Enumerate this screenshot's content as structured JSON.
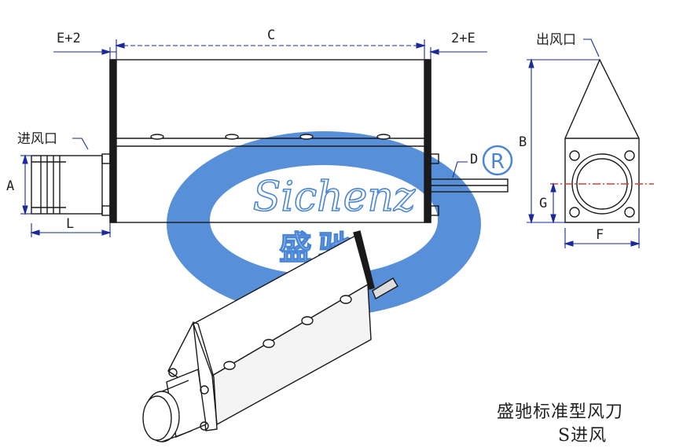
{
  "dimensions": {
    "e_plus_2": "E+2",
    "c": "C",
    "two_plus_e": "2+E",
    "a": "A",
    "l": "L",
    "d": "D",
    "b": "B",
    "g": "G",
    "f": "F"
  },
  "labels": {
    "inlet": "进风口",
    "outlet": "出风口"
  },
  "watermark": {
    "latin": "Sichenz",
    "cjk": "盛驰",
    "registered": "R"
  },
  "caption": {
    "line1": "盛驰标准型风刀",
    "line2": "S进风"
  },
  "colors": {
    "dimension": "#1a2a9c",
    "outline": "#1a1a1a",
    "watermark_blue": "#3f7fd0",
    "centerline": "#d04040"
  }
}
